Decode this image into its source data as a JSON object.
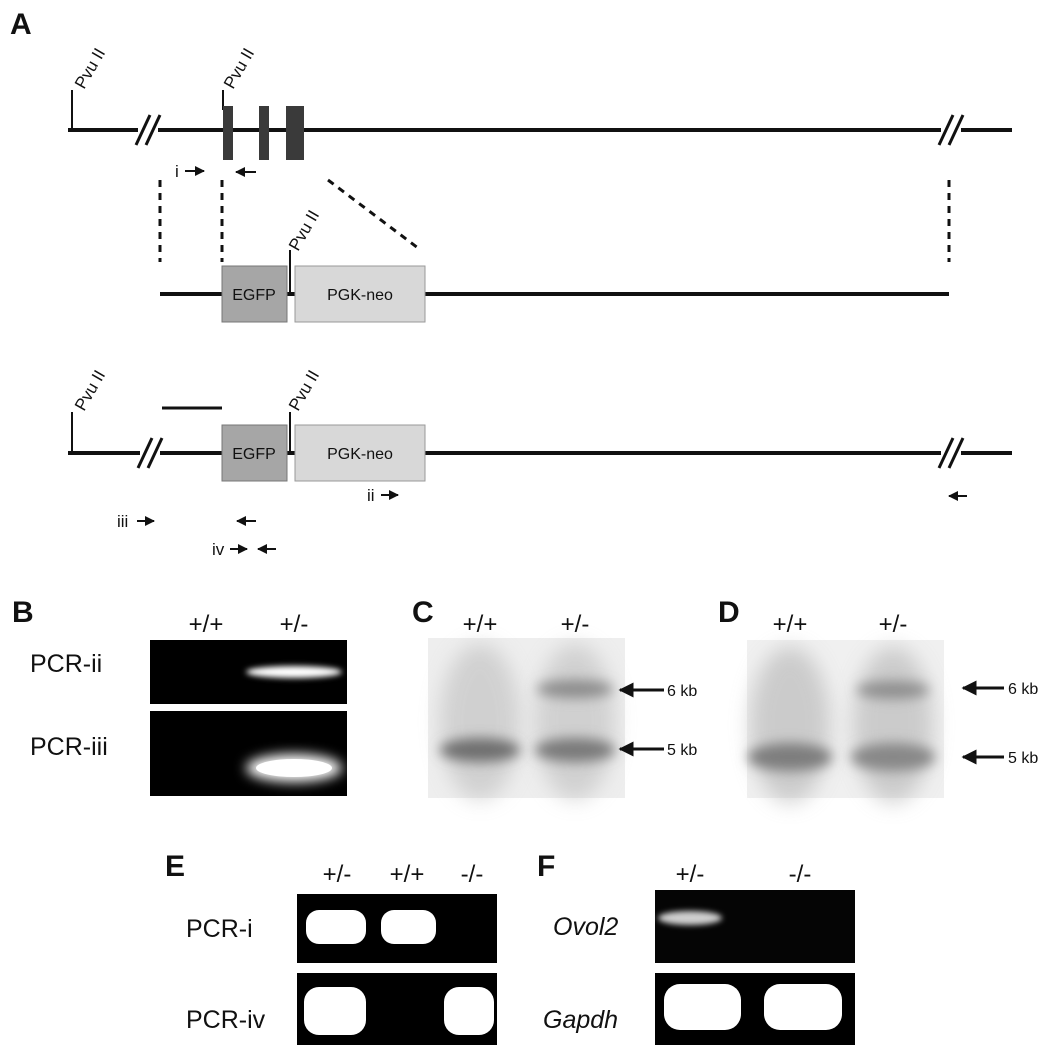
{
  "panels": {
    "A": "A",
    "B": "B",
    "C": "C",
    "D": "D",
    "E": "E",
    "F": "F"
  },
  "diagram": {
    "restriction_site": "Pvu II",
    "egfp_label": "EGFP",
    "pgkneo_label": "PGK-neo",
    "primers": {
      "i": "i",
      "ii": "ii",
      "iii": "iii",
      "iv": "iv"
    }
  },
  "panel_B": {
    "genotypes": [
      "+/+",
      "+/-"
    ],
    "rows": [
      "PCR-ii",
      "PCR-iii"
    ]
  },
  "panel_C": {
    "genotypes": [
      "+/+",
      "+/-"
    ],
    "markers": [
      "6 kb",
      "5 kb"
    ]
  },
  "panel_D": {
    "genotypes": [
      "+/+",
      "+/-"
    ],
    "markers": [
      "6 kb",
      "5 kb"
    ]
  },
  "panel_E": {
    "genotypes": [
      "+/-",
      "+/+",
      "-/-"
    ],
    "rows": [
      "PCR-i",
      "PCR-iv"
    ]
  },
  "panel_F": {
    "genotypes": [
      "+/-",
      "-/-"
    ],
    "rows": [
      "Ovol2",
      "Gapdh"
    ]
  },
  "colors": {
    "gel_background": "#000000",
    "band": "#ffffff",
    "blot_background": "#f2f2f2",
    "blot_band": "#7a7a7a",
    "egfp_box": "#a6a6a6",
    "pgkneo_box": "#d8d8d8",
    "exon": "#3a3a3a"
  }
}
